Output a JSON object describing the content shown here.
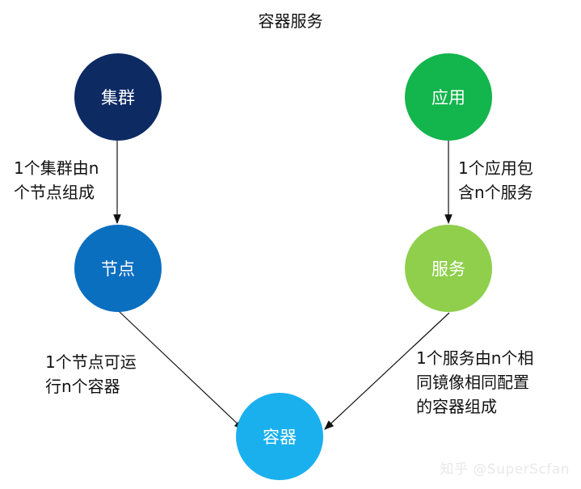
{
  "title": "容器服务",
  "nodes": {
    "cluster": {
      "label": "集群",
      "color": "#0d2a63"
    },
    "app": {
      "label": "应用",
      "color": "#13b54d"
    },
    "node": {
      "label": "节点",
      "color": "#0b6fc0"
    },
    "service": {
      "label": "服务",
      "color": "#8fcf4c"
    },
    "container": {
      "label": "容器",
      "color": "#1ab0ee"
    }
  },
  "edges": {
    "cluster_to_node": {
      "line1": "1个集群由n",
      "line2": "个节点组成"
    },
    "app_to_service": {
      "line1": "1个应用包",
      "line2": "含n个服务"
    },
    "node_to_container": {
      "line1": "1个节点可运",
      "line2": "行n个容器"
    },
    "service_to_container": {
      "line1": "1个服务由n个相",
      "line2": "同镜像相同配置",
      "line3": "的容器组成"
    }
  },
  "watermark": "知乎 @SuperScfan"
}
